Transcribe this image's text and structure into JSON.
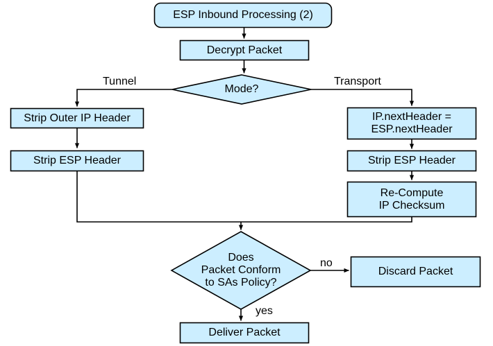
{
  "diagram": {
    "title": "ESP Inbound Processing (2)",
    "type": "flowchart",
    "colors": {
      "node_fill": "#cceeff",
      "node_stroke": "#000000",
      "edge_stroke": "#000000",
      "text": "#000000",
      "background": "#ffffff"
    }
  },
  "nodes": {
    "start": {
      "label": "ESP Inbound Processing (2)",
      "shape": "rounded-rectangle"
    },
    "decrypt_packet": {
      "label": "Decrypt Packet",
      "shape": "rectangle"
    },
    "mode_decision": {
      "label": "Mode?",
      "shape": "diamond"
    },
    "strip_outer_ip_header": {
      "label": "Strip Outer IP Header",
      "shape": "rectangle"
    },
    "strip_esp_header_tunnel": {
      "label": "Strip ESP Header",
      "shape": "rectangle"
    },
    "ip_next_header": {
      "line1": "IP.nextHeader =",
      "line2": "ESP.nextHeader",
      "shape": "rectangle"
    },
    "strip_esp_header_transport": {
      "label": "Strip ESP Header",
      "shape": "rectangle"
    },
    "recompute_checksum": {
      "line1": "Re-Compute",
      "line2": "IP Checksum",
      "shape": "rectangle"
    },
    "policy_decision": {
      "line1": "Does",
      "line2": "Packet Conform",
      "line3": "to SAs Policy?",
      "shape": "diamond"
    },
    "discard_packet": {
      "label": "Discard Packet",
      "shape": "rectangle"
    },
    "deliver_packet": {
      "label": "Deliver Packet",
      "shape": "rectangle"
    }
  },
  "edge_labels": {
    "tunnel": "Tunnel",
    "transport": "Transport",
    "no": "no",
    "yes": "yes"
  }
}
